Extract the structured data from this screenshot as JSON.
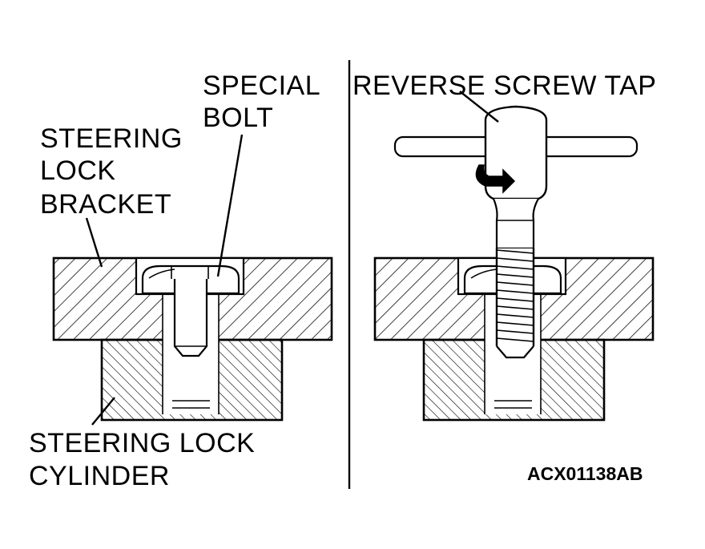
{
  "left_panel": {
    "special_bolt": [
      "SPECIAL",
      "BOLT"
    ],
    "steering_lock_bracket": [
      "STEERING",
      "LOCK",
      "BRACKET"
    ],
    "steering_lock_cylinder": [
      "STEERING LOCK",
      "CYLINDER"
    ]
  },
  "right_panel": {
    "reverse_screw_tap": "REVERSE SCREW TAP",
    "figure_code": "ACX01138AB"
  },
  "colors": {
    "ink": "#000000",
    "paper": "#ffffff"
  },
  "icons": [
    "rotation-arrow-icon"
  ]
}
